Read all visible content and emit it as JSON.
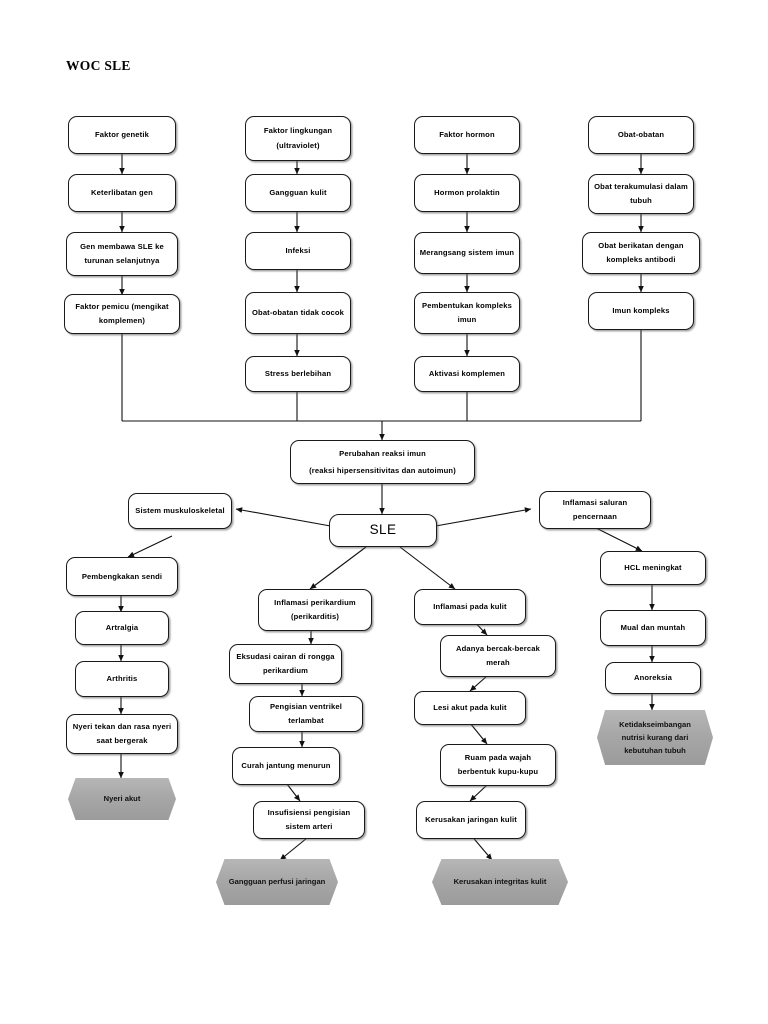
{
  "document": {
    "title": "WOC SLE"
  },
  "colors": {
    "node_border": "#1a1a1a",
    "node_fill": "#ffffff",
    "outcome_fill": "#a7a7a7",
    "connector": "#111111",
    "text": "#000000"
  },
  "columns": [
    {
      "id": "genetic",
      "name": "faktor-genetik-column",
      "nodes": [
        {
          "id": "c1n1",
          "label": "Faktor genetik"
        },
        {
          "id": "c1n2",
          "label": "Keterlibatan gen"
        },
        {
          "id": "c1n3",
          "label": "Gen membawa SLE ke turunan selanjutnya"
        },
        {
          "id": "c1n4",
          "label": "Faktor pemicu (mengikat komplemen)"
        }
      ]
    },
    {
      "id": "environment",
      "name": "faktor-lingkungan-column",
      "nodes": [
        {
          "id": "c2n1",
          "label": "Faktor lingkungan (ultraviolet)"
        },
        {
          "id": "c2n2",
          "label": "Gangguan kulit"
        },
        {
          "id": "c2n3",
          "label": "Infeksi"
        },
        {
          "id": "c2n4",
          "label": "Obat-obatan tidak cocok"
        },
        {
          "id": "c2n5",
          "label": "Stress berlebihan"
        }
      ]
    },
    {
      "id": "hormone",
      "name": "faktor-hormon-column",
      "nodes": [
        {
          "id": "c3n1",
          "label": "Faktor hormon"
        },
        {
          "id": "c3n2",
          "label": "Hormon prolaktin"
        },
        {
          "id": "c3n3",
          "label": "Merangsang sistem imun"
        },
        {
          "id": "c3n4",
          "label": "Pembentukan kompleks imun"
        },
        {
          "id": "c3n5",
          "label": "Aktivasi komplemen"
        }
      ]
    },
    {
      "id": "drugs",
      "name": "obat-obatan-column",
      "nodes": [
        {
          "id": "c4n1",
          "label": "Obat-obatan"
        },
        {
          "id": "c4n2",
          "label": "Obat terakumulasi dalam tubuh"
        },
        {
          "id": "c4n3",
          "label": "Obat berikatan dengan kompleks antibodi"
        },
        {
          "id": "c4n4",
          "label": "Imun kompleks"
        }
      ]
    }
  ],
  "core": {
    "immune_change": "Perubahan reaksi imun",
    "immune_change_sub": "(reaksi hipersensitivitas dan autoimun)",
    "sle": "SLE"
  },
  "branches": {
    "musculoskeletal": {
      "head": "Sistem muskuloskeletal",
      "nodes": [
        {
          "id": "b1n1",
          "label": "Pembengkakan sendi"
        },
        {
          "id": "b1n2",
          "label": "Artralgia"
        },
        {
          "id": "b1n3",
          "label": "Arthritis"
        },
        {
          "id": "b1n4",
          "label": "Nyeri tekan dan rasa nyeri saat bergerak"
        }
      ],
      "outcome": "Nyeri akut"
    },
    "pericardium": {
      "head": "Inflamasi perikardium (perikarditis)",
      "nodes": [
        {
          "id": "b2n1",
          "label": "Eksudasi cairan di rongga perikardium"
        },
        {
          "id": "b2n2",
          "label": "Pengisian ventrikel terlambat"
        },
        {
          "id": "b2n3",
          "label": "Curah jantung menurun"
        },
        {
          "id": "b2n4",
          "label": "Insufisiensi pengisian sistem arteri"
        }
      ],
      "outcome": "Gangguan perfusi jaringan"
    },
    "skin": {
      "head": "Inflamasi pada kulit",
      "nodes": [
        {
          "id": "b3n1",
          "label": "Adanya bercak-bercak merah"
        },
        {
          "id": "b3n2",
          "label": "Lesi akut pada kulit"
        },
        {
          "id": "b3n3",
          "label": "Ruam pada wajah berbentuk kupu-kupu"
        },
        {
          "id": "b3n4",
          "label": "Kerusakan jaringan kulit"
        }
      ],
      "outcome": "Kerusakan integritas kulit"
    },
    "digestive": {
      "head": "Inflamasi saluran pencernaan",
      "nodes": [
        {
          "id": "b4n1",
          "label": "HCL meningkat"
        },
        {
          "id": "b4n2",
          "label": "Mual dan muntah"
        },
        {
          "id": "b4n3",
          "label": "Anoreksia"
        }
      ],
      "outcome": "Ketidakseimbangan nutrisi kurang dari kebutuhan tubuh"
    }
  }
}
